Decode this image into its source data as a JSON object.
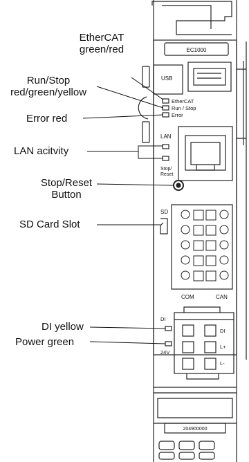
{
  "callouts": {
    "ethercat_line1": "EtherCAT",
    "ethercat_line2": "green/red",
    "runstop_line1": "Run/Stop",
    "runstop_line2": "red/green/yellow",
    "error": "Error red",
    "lan": "LAN acitvity",
    "stopreset_line1": "Stop/Reset",
    "stopreset_line2": "Button",
    "sd": "SD Card Slot",
    "di": "DI yellow",
    "power": "Power green"
  },
  "device": {
    "model": "EC1000",
    "usb": "USB",
    "led_ethercat": "EtherCAT",
    "led_runstop": "Run / Stop",
    "led_error": "Error",
    "lan": "LAN",
    "stop_line1": "Stop/",
    "stop_line2": "Reset",
    "sd": "SD",
    "com": "COM",
    "can": "CAN",
    "di_left": "DI",
    "di_right": "DI",
    "v24": "24V",
    "lplus": "L+",
    "lminus": "L-",
    "part_number": "204900000"
  },
  "colors": {
    "ink": "#111111",
    "housing": "#ffffff",
    "line": "#222222"
  }
}
